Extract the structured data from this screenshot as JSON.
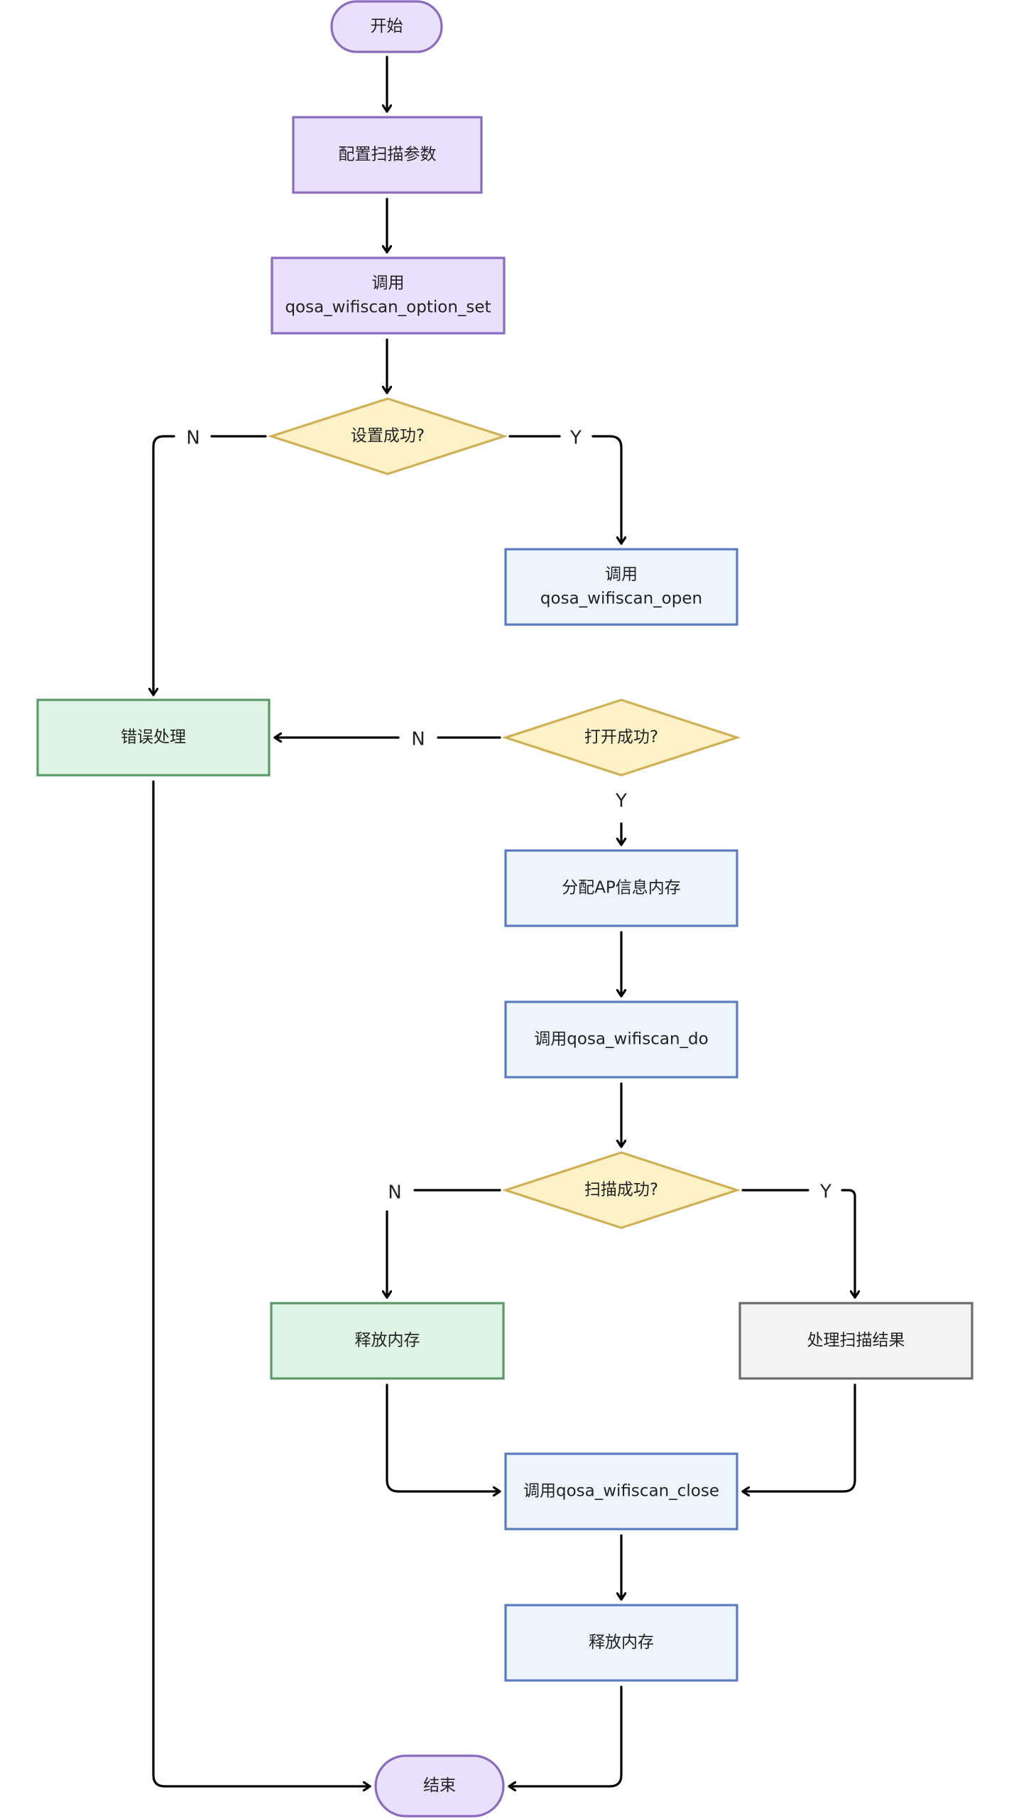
{
  "nodes": {
    "start": {
      "label": "开始"
    },
    "config_params": {
      "label": "配置扫描参数"
    },
    "call_option_set": {
      "label": [
        "调用",
        "qosa_wifiscan_option_set"
      ]
    },
    "set_success": {
      "label": "设置成功?"
    },
    "call_open": {
      "label": [
        "调用",
        "qosa_wifiscan_open"
      ]
    },
    "error_handling": {
      "label": "错误处理"
    },
    "open_success": {
      "label": "打开成功?"
    },
    "alloc_memory": {
      "label": "分配AP信息内存"
    },
    "call_do": {
      "label": "调用qosa_wifiscan_do"
    },
    "scan_success": {
      "label": "扫描成功?"
    },
    "release_memory_1": {
      "label": "释放内存"
    },
    "process_results": {
      "label": "处理扫描结果"
    },
    "call_close": {
      "label": "调用qosa_wifiscan_close"
    },
    "release_memory_2": {
      "label": "释放内存"
    },
    "end": {
      "label": "结束"
    }
  },
  "edge_labels": {
    "set_no": "N",
    "set_yes": "Y",
    "open_no": "N",
    "open_yes": "Y",
    "scan_no": "N",
    "scan_yes": "Y"
  },
  "colors": {
    "terminal_fill": "#e8e0fd",
    "terminal_stroke": "#8b6bc0",
    "purple_fill": "#e8e0fd",
    "purple_stroke": "#8b6bc0",
    "blue_fill": "#eef4fc",
    "blue_stroke": "#5b7bbf",
    "decision_fill": "#fdf1c8",
    "decision_stroke": "#cfb055",
    "green_fill": "#dff4e4",
    "green_stroke": "#5d9a6a",
    "gray_fill": "#f4f4f4",
    "gray_stroke": "#6b6b6b",
    "edge": "#000000",
    "text": "#222222"
  }
}
